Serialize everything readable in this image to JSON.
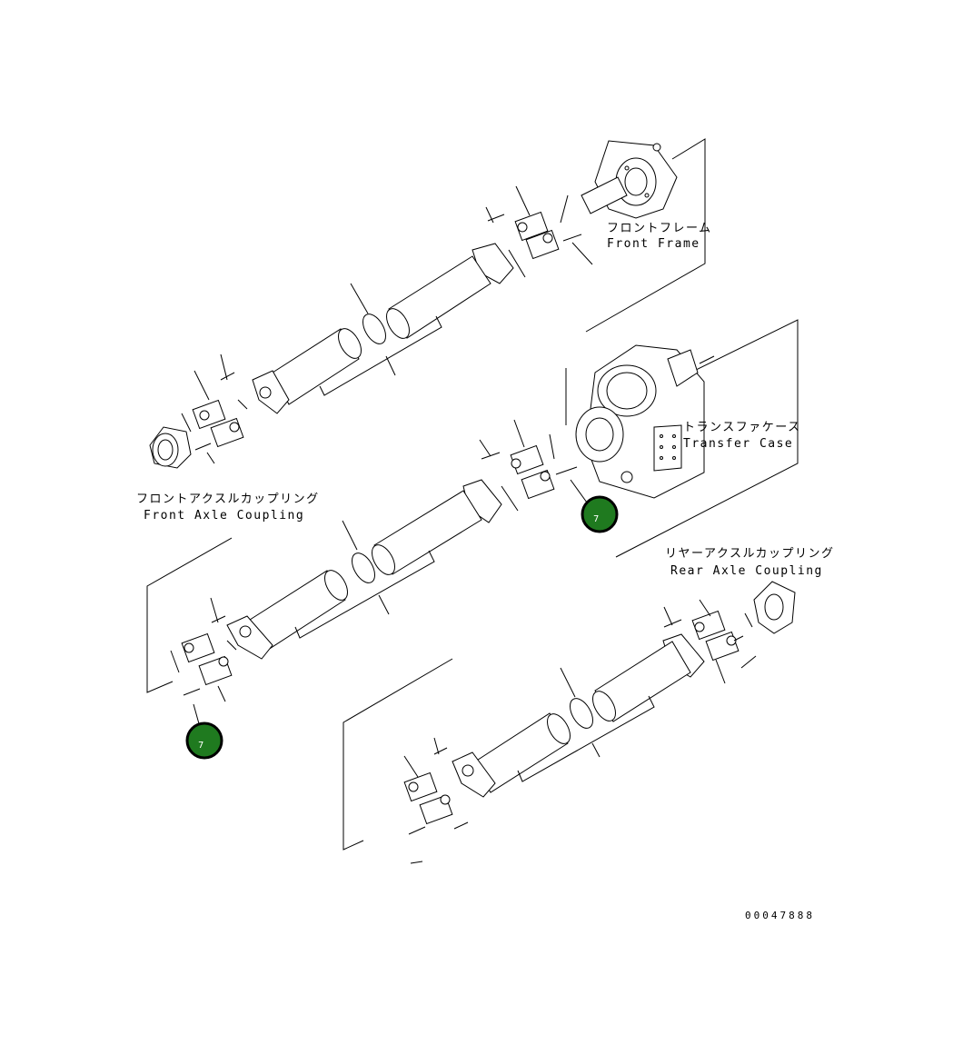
{
  "labels": {
    "front_frame_jp": "フロントフレーム",
    "front_frame_en": "Front Frame",
    "transfer_case_jp": "トランスファケース",
    "transfer_case_en": "Transfer Case",
    "front_axle_jp": "フロントアクスルカップリング",
    "front_axle_en": "Front Axle Coupling",
    "rear_axle_jp": "リヤーアクスルカップリング",
    "rear_axle_en": "Rear Axle Coupling"
  },
  "callouts": [
    {
      "id": "callout-upper",
      "number": "7",
      "color": "#1f7a1f"
    },
    {
      "id": "callout-lower",
      "number": "7",
      "color": "#1f7a1f"
    }
  ],
  "drawing_code": "00047888"
}
